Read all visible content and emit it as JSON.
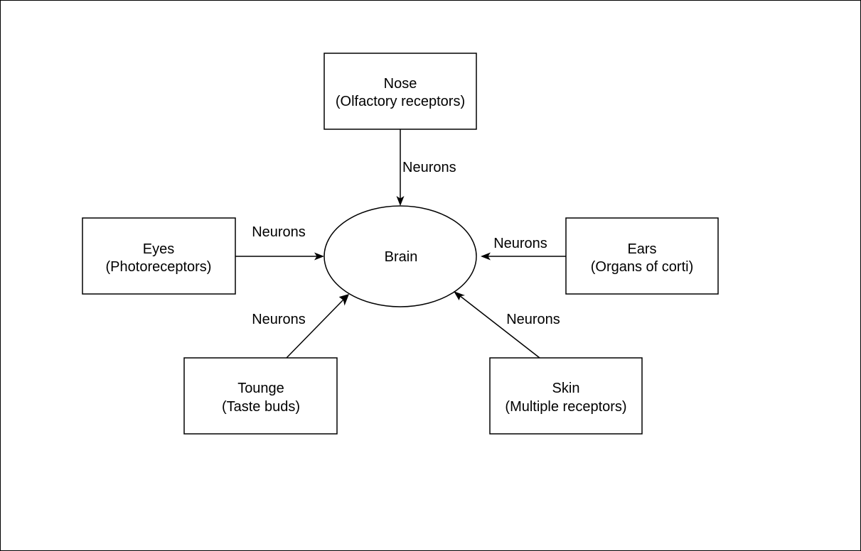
{
  "nodes": {
    "brain": {
      "line1": "Brain"
    },
    "nose": {
      "line1": "Nose",
      "line2": "(Olfactory receptors)"
    },
    "eyes": {
      "line1": "Eyes",
      "line2": "(Photoreceptors)"
    },
    "ears": {
      "line1": "Ears",
      "line2": "(Organs of corti)"
    },
    "tounge": {
      "line1": "Tounge",
      "line2": "(Taste buds)"
    },
    "skin": {
      "line1": "Skin",
      "line2": "(Multiple receptors)"
    }
  },
  "edges": {
    "nose_to_brain": "Neurons",
    "eyes_to_brain": "Neurons",
    "ears_to_brain": "Neurons",
    "tounge_to_brain": "Neurons",
    "skin_to_brain": "Neurons"
  },
  "colors": {
    "stroke": "#000000",
    "background": "#ffffff"
  }
}
